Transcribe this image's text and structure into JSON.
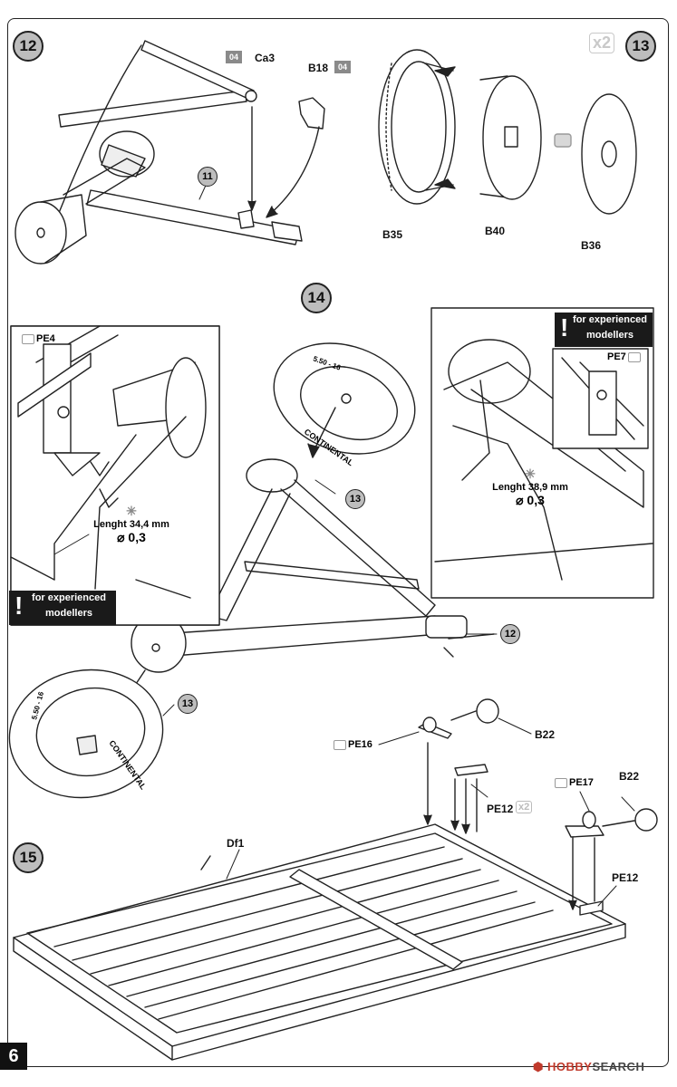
{
  "page_number": "6",
  "watermark": {
    "brand": "HOBBY",
    "suffix": "SEARCH"
  },
  "steps": {
    "s12": "12",
    "s13": "13",
    "s14": "14",
    "s15": "15"
  },
  "step12": {
    "paint_tag_1": "04",
    "part_ca3": "Ca3",
    "part_b18": "B18",
    "paint_tag_2": "04",
    "ref_11": "11"
  },
  "step13": {
    "multiplier": "x2",
    "part_b35": "B35",
    "part_b40": "B40",
    "part_b36": "B36"
  },
  "step14": {
    "left_inset": {
      "part": "PE4",
      "length": "Lenght 34,4 mm",
      "diameter": "⌀ 0,3",
      "note_line1": "for experienced",
      "note_line2": "modellers"
    },
    "right_inset": {
      "part": "PE7",
      "length": "Lenght 38,9 mm",
      "diameter": "⌀ 0,3",
      "note_line1": "for experienced",
      "note_line2": "modellers"
    },
    "ref_13a": "13",
    "ref_13b": "13",
    "ref_12": "12",
    "tire_text_a": "5.50 - 16",
    "tire_text_b": "CONTINENTAL"
  },
  "step15": {
    "part_df1": "Df1",
    "part_pe16": "PE16",
    "part_b22a": "B22",
    "part_pe12a": "PE12",
    "multiplier": "x2",
    "part_pe17": "PE17",
    "part_b22b": "B22",
    "part_pe12b": "PE12"
  }
}
